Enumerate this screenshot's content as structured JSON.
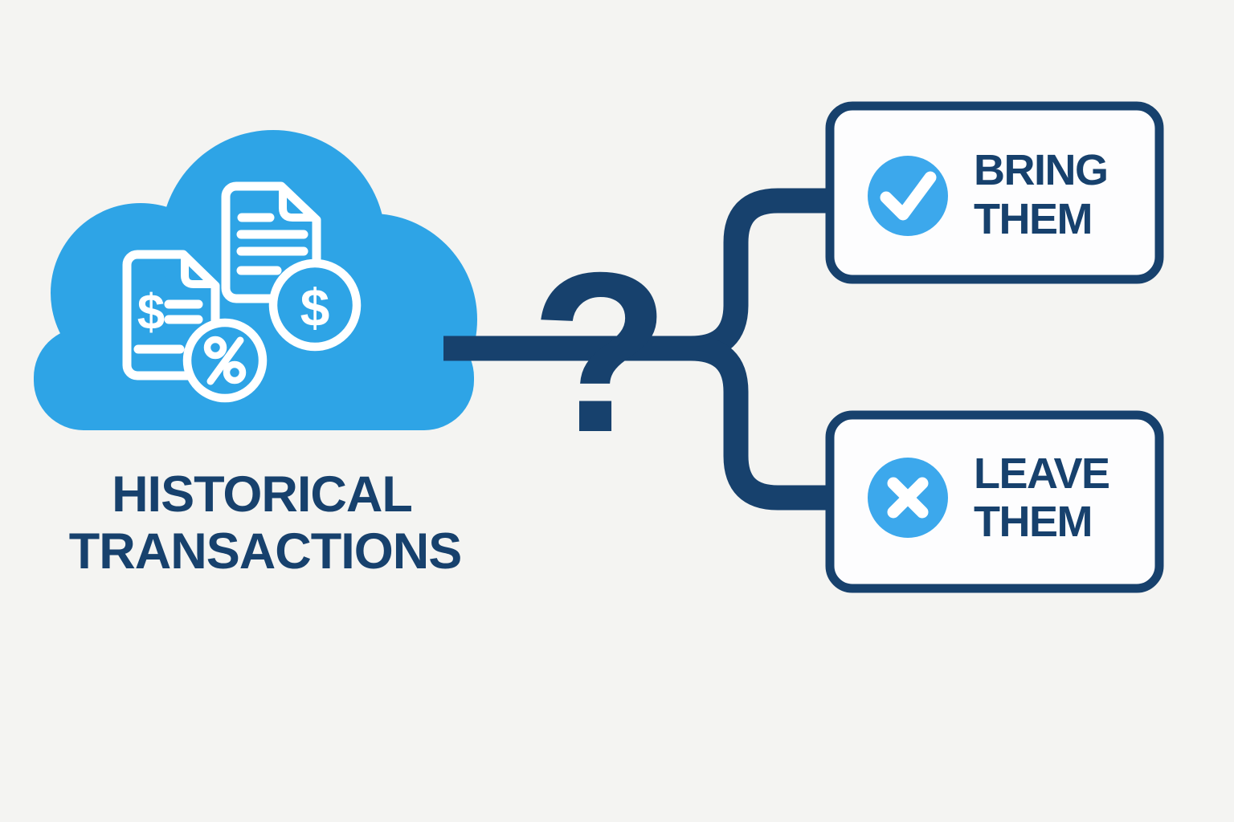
{
  "colors": {
    "background": "#f4f4f2",
    "cloud_blue": "#2ea4e6",
    "accent_blue": "#3ca8ec",
    "navy": "#17416d",
    "white": "#ffffff",
    "box_fill": "#fdfdfe"
  },
  "cloud": {
    "label_line1": "HISTORICAL",
    "label_line2": "TRANSACTIONS",
    "invoice_dollar": "$",
    "coin_dollar": "$"
  },
  "connector": {
    "question_mark": "?"
  },
  "options": [
    {
      "id": "bring-them",
      "line1": "BRING",
      "line2": "THEM",
      "icon": "check-icon"
    },
    {
      "id": "leave-them",
      "line1": "LEAVE",
      "line2": "THEM",
      "icon": "x-icon"
    }
  ]
}
